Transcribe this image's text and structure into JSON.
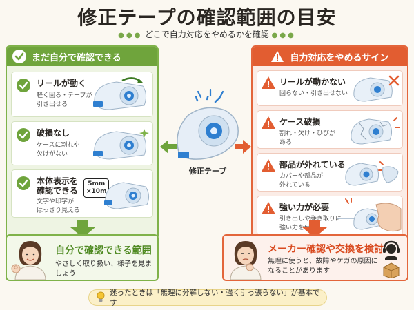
{
  "header": {
    "title": "修正テープの確認範囲の目安",
    "subtitle": "どこで自力対応をやめるかを確認"
  },
  "left_panel": {
    "heading": "まだ自分で確認できる",
    "cards": [
      {
        "title": "リールが動く",
        "desc": "軽く回る・テープが\n引き出せる"
      },
      {
        "title": "破損なし",
        "desc": "ケースに割れや\n欠けがない"
      },
      {
        "title": "本体表示を\n確認できる",
        "desc": "文字や印字が\nはっきり見える",
        "badge": "5mm\n×10m"
      }
    ]
  },
  "center": {
    "label": "修正テープ"
  },
  "right_panel": {
    "heading": "自力対応をやめるサイン",
    "cards": [
      {
        "title": "リールが動かない",
        "desc": "回らない・引き出せない"
      },
      {
        "title": "ケース破損",
        "desc": "割れ・欠け・ひびが\nある"
      },
      {
        "title": "部品が外れている",
        "desc": "カバーや部品が\n外れている"
      },
      {
        "title": "強い力が必要",
        "desc": "引き出しや巻き取りに\n強い力を使う"
      }
    ]
  },
  "bottom_left": {
    "title": "自分で確認できる範囲",
    "desc": "やさしく取り扱い、様子を見ましょう"
  },
  "bottom_right": {
    "title": "メーカー確認や交換を検討",
    "desc": "無理に使うと、故障やケガの原因に\nなることがあります"
  },
  "note": {
    "text": "迷ったときは「無理に分解しない・強く引っ張らない」が基本です"
  },
  "colors": {
    "green": "#6fa43c",
    "orange": "#e25d31",
    "tape_blue": "#2f7fd0"
  },
  "icons": [
    "check-circle-icon",
    "warning-icon",
    "lightbulb-icon",
    "headset-icon",
    "box-icon",
    "arrow-left-icon",
    "arrow-right-icon",
    "arrow-down-icon"
  ]
}
